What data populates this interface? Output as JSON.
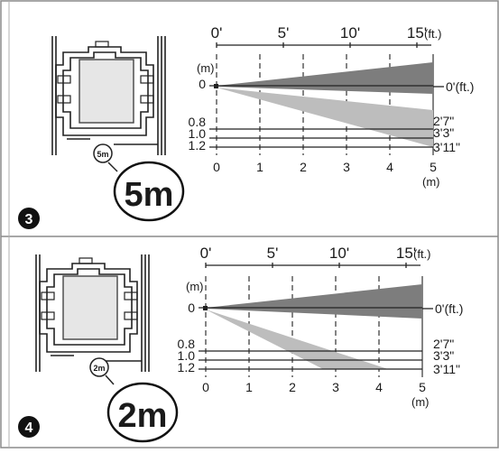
{
  "panels": [
    {
      "badge": "3",
      "sensor_label": "5m",
      "zoom_label": "5m",
      "ft_ticks": [
        "0'",
        "5'",
        "10'",
        "15'"
      ],
      "ft_unit": "(ft.)",
      "m_ticks": [
        "0",
        "1",
        "2",
        "3",
        "4",
        "5"
      ],
      "x_unit": "(m)",
      "y_unit": "(m)",
      "y_ticks": [
        "0",
        "0.8",
        "1.0",
        "1.2"
      ],
      "right_labels": [
        "0'(ft.)",
        "2'7\"",
        "3'3\"",
        "3'11\""
      ],
      "upper_beam": {
        "x_end_m": 5,
        "y_top_m": -0.53,
        "y_bottom_m": 0.04
      },
      "lower_beam": {
        "x_end_m": 5,
        "y_top_m": 0.37,
        "y_bottom_m": 1.22
      }
    },
    {
      "badge": "4",
      "sensor_label": "2m",
      "zoom_label": "2m",
      "ft_ticks": [
        "0'",
        "5'",
        "10'",
        "15'"
      ],
      "ft_unit": "(ft.)",
      "m_ticks": [
        "0",
        "1",
        "2",
        "3",
        "4",
        "5"
      ],
      "x_unit": "(m)",
      "y_unit": "(m)",
      "y_ticks": [
        "0",
        "0.8",
        "1.0",
        "1.2"
      ],
      "right_labels": [
        "0'(ft.)",
        "2'7\"",
        "3'3\"",
        "3'11\""
      ],
      "upper_beam": {
        "x_end_m": 5,
        "y_top_m": -0.53,
        "y_bottom_m": 0.04
      },
      "lower_beam": {
        "x_end_m": 4.2,
        "x_start_bottom_m": 2.7,
        "y_top_m": 0.06,
        "y_bottom_m": 1.2
      }
    }
  ],
  "colors": {
    "border": "#8a8a8a",
    "upper_beam": "#7d7d7d",
    "lower_beam": "#bdbdbd",
    "badge": "#111111"
  }
}
